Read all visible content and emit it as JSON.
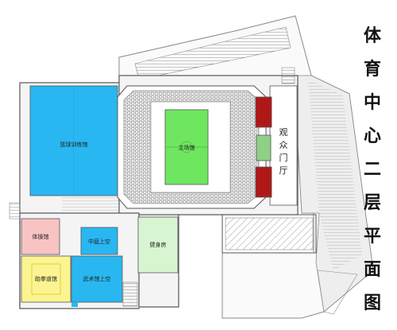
{
  "title": "体育中心二层平面图",
  "zones": {
    "basketball_training": {
      "label": "篮球训练馆",
      "color": "#29b7f2"
    },
    "main_arena": {
      "label": "主场馆",
      "color": "#6ee65f"
    },
    "viewing_hall": {
      "label": "观众门厅"
    },
    "gym": {
      "label": "体操馆",
      "color": "#f8c3c3"
    },
    "courtyard": {
      "label": "中庭上空",
      "color": "#29b7f2"
    },
    "fitness": {
      "label": "健身房",
      "color": "#d7f5d0"
    },
    "taekwondo": {
      "label": "跆拳道馆",
      "color": "#fbf491"
    },
    "martial_arts": {
      "label": "武术馆上空",
      "color": "#29b7f2"
    }
  },
  "colors": {
    "seating_red": "#b01818",
    "seating_green": "#8fcf86",
    "wall": "#555555",
    "grid": "#c8c8c8"
  }
}
